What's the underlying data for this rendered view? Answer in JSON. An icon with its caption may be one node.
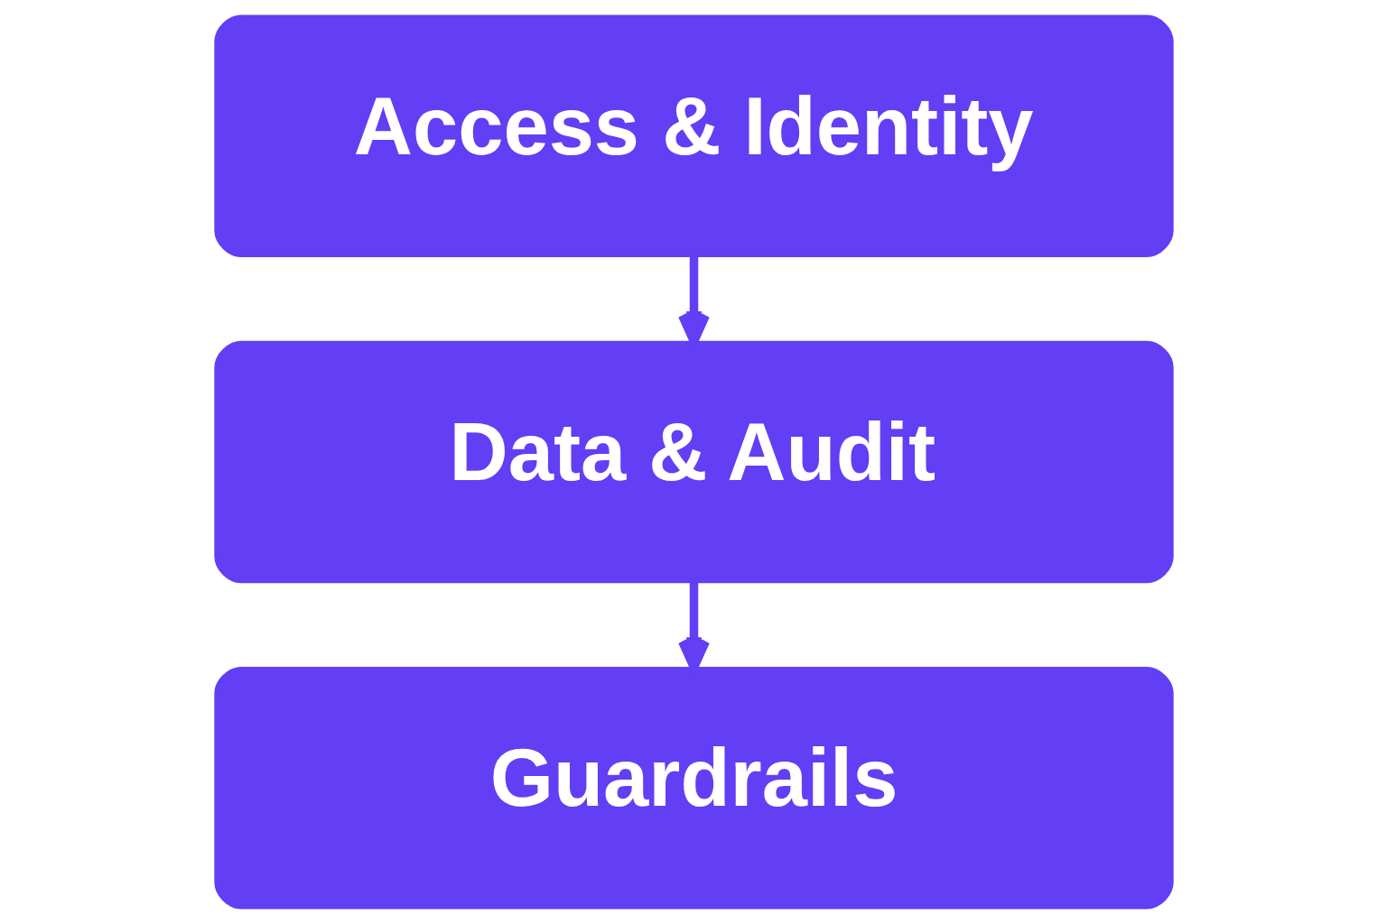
{
  "diagram": {
    "nodes": [
      {
        "text": [
          "Access & Identity"
        ]
      },
      {
        "text": [
          "Data & Audit"
        ]
      },
      {
        "text": [
          "Guardrails"
        ]
      }
    ],
    "edges": [
      {
        "from": 0,
        "to": 1,
        "arrow": "to"
      },
      {
        "from": 1,
        "to": 2,
        "arrow": "to"
      }
    ]
  }
}
